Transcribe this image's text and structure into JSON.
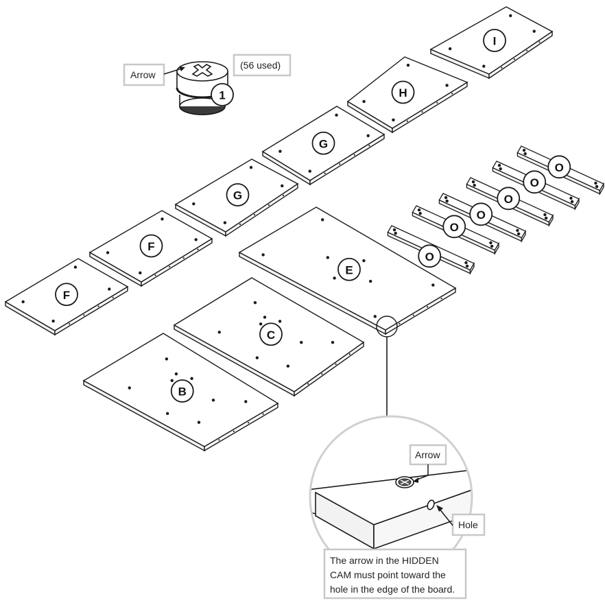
{
  "callouts": {
    "arrow_top": "Arrow",
    "quantity": "(56 used)",
    "step_number": "1",
    "arrow_detail": "Arrow",
    "hole": "Hole"
  },
  "note_lines": [
    "The arrow in the HIDDEN",
    "CAM must point toward the",
    "hole in the edge of the board."
  ],
  "part_labels": {
    "I": "I",
    "H": "H",
    "G1": "G",
    "G2": "G",
    "F1": "F",
    "F2": "F",
    "E": "E",
    "C": "C",
    "B": "B",
    "O": "O"
  },
  "colors": {
    "line": "#1a1a1a",
    "panel_fill": "#ffffff",
    "edge_fill": "#f2f2f2",
    "callout_border": "#c8c8c8",
    "magnifier": "#d0d0d0"
  }
}
